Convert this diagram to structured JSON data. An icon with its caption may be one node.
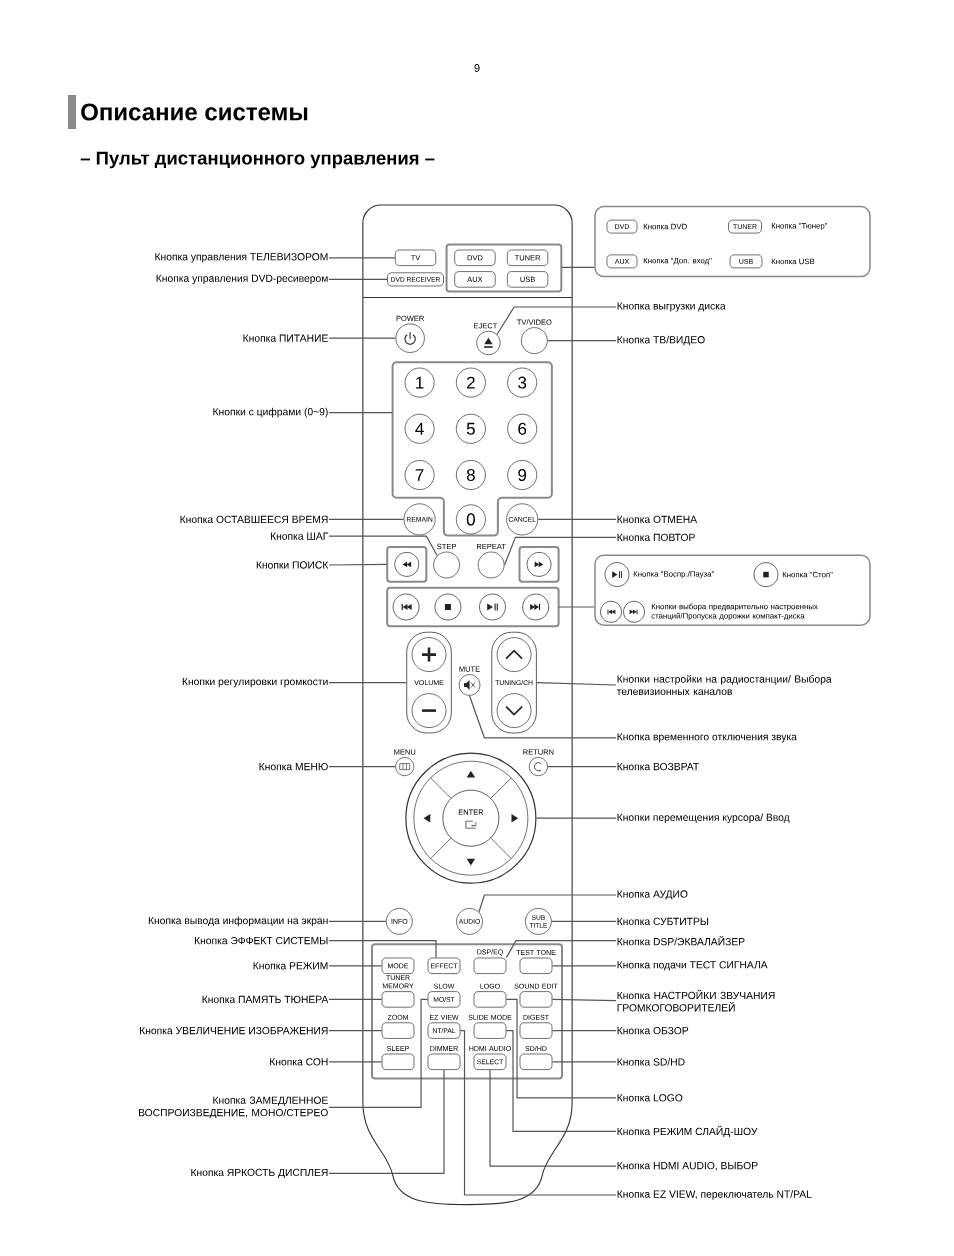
{
  "diagram": {
    "title": "Описание системы",
    "nodes": [
      {
        "text": [],
        "shape": "box"
      },
      {
        "text": [
          "TV"
        ],
        "in": 0
      },
      {
        "text": [
          "DVD RECEIVER"
        ],
        "in": 0
      },
      {
        "text": [],
        "shape": "box",
        "in": 0
      },
      {
        "text": [
          "DVD"
        ],
        "in": 3
      },
      {
        "text": [
          "TUNER"
        ],
        "in": 3
      },
      {
        "text": [
          "AUX"
        ],
        "in": 3
      },
      {
        "text": [
          "USB"
        ],
        "in": 3
      },
      {
        "text": [
          "POWER"
        ],
        "in": 0
      },
      {
        "text": [
          "EJECT"
        ],
        "in": 0
      },
      {
        "text": [
          "TV/VIDEO"
        ],
        "in": 0
      },
      {
        "text": [],
        "shape": "box",
        "in": 0
      },
      {
        "text": [
          "1"
        ],
        "in": 11
      },
      {
        "text": [
          "2"
        ],
        "in": 11
      },
      {
        "text": [
          "3"
        ],
        "in": 11
      },
      {
        "text": [
          "4"
        ],
        "in": 11
      },
      {
        "text": [
          "5"
        ],
        "in": 11
      },
      {
        "text": [
          "6"
        ],
        "in": 11
      },
      {
        "text": [
          "7"
        ],
        "in": 11
      },
      {
        "text": [
          "8"
        ],
        "in": 11
      },
      {
        "text": [
          "9"
        ],
        "in": 11
      },
      {
        "text": [
          "0"
        ],
        "in": 11
      },
      {
        "text": [
          "REMAIN"
        ],
        "in": 0
      },
      {
        "text": [
          "CANCEL"
        ],
        "in": 0
      },
      {
        "text": [],
        "shape": "box",
        "in": 0
      },
      {
        "text": [],
        "shape": "box",
        "in": 0
      },
      {
        "text": [
          "STEP"
        ],
        "in": 0
      },
      {
        "text": [
          "REPEAT"
        ],
        "in": 0
      },
      {
        "text": [],
        "shape": "box",
        "in": 0
      },
      {
        "text": [
          "VOLUME"
        ],
        "in": 0
      },
      {
        "text": [
          "MUTE"
        ],
        "in": 0
      },
      {
        "text": [
          "TUNING/CH"
        ],
        "in": 0
      },
      {
        "text": [
          "MENU"
        ],
        "in": 0
      },
      {
        "text": [
          "RETURN"
        ],
        "in": 0
      },
      {
        "text": [
          "ENTER"
        ],
        "in": 0
      },
      {
        "text": [
          "INFO"
        ],
        "in": 0
      },
      {
        "text": [
          "AUDIO"
        ],
        "in": 0
      },
      {
        "text": [
          "SUB TITLE"
        ],
        "in": 0
      },
      {
        "text": [],
        "shape": "box",
        "in": 0
      },
      {
        "text": [
          "MODE"
        ],
        "in": 38
      },
      {
        "text": [
          "EFFECT"
        ],
        "in": 38
      },
      {
        "text": [
          "DSP/EQ"
        ],
        "in": 38
      },
      {
        "text": [
          "TEST TONE"
        ],
        "in": 38
      },
      {
        "text": [
          "TUNER MEMORY"
        ],
        "in": 38
      },
      {
        "text": [
          "SLOW",
          "MO/ST"
        ],
        "in": 38
      },
      {
        "text": [
          "LOGO"
        ],
        "in": 38
      },
      {
        "text": [
          "SOUND EDIT"
        ],
        "in": 38
      },
      {
        "text": [
          "ZOOM"
        ],
        "in": 38
      },
      {
        "text": [
          "EZ VIEW",
          "NT/PAL"
        ],
        "in": 38
      },
      {
        "text": [
          "SLIDE MODE"
        ],
        "in": 38
      },
      {
        "text": [
          "DIGEST"
        ],
        "in": 38
      },
      {
        "text": [
          "SLEEP"
        ],
        "in": 38
      },
      {
        "text": [
          "DIMMER"
        ],
        "in": 38
      },
      {
        "text": [
          "HDMI AUDIO",
          "SELECT"
        ],
        "in": 38
      },
      {
        "text": [
          "SD/HD"
        ],
        "in": 38
      },
      {
        "text": [
          "Кнопка управления ТЕЛЕВИЗОРОМ"
        ]
      },
      {
        "text": [
          "Кнопка управления DVD-ресивером"
        ]
      },
      {
        "text": [
          "Кнопка ПИТАНИЕ"
        ]
      },
      {
        "text": [
          "Кнопки с цифрами (0~9)"
        ]
      },
      {
        "text": [
          "Кнопка ОСТАВШЕЕСЯ ВРЕМЯ"
        ]
      },
      {
        "text": [
          "Кнопка ШАГ"
        ]
      },
      {
        "text": [
          "Кнопки ПОИСК"
        ]
      },
      {
        "text": [
          "Кнопки регулировки громкости"
        ]
      },
      {
        "text": [
          "Кнопка МЕНЮ"
        ]
      },
      {
        "text": [
          "Кнопка вывода информации на экран"
        ]
      },
      {
        "text": [
          "Кнопка ЭФФЕКТ СИСТЕМЫ"
        ]
      },
      {
        "text": [
          "Кнопка РЕЖИМ"
        ]
      },
      {
        "text": [
          "Кнопка ПАМЯТЬ ТЮНЕРА"
        ]
      },
      {
        "text": [
          "Кнопка УВЕЛИЧЕНИЕ ИЗОБРАЖЕНИЯ"
        ]
      },
      {
        "text": [
          "Кнопка СОН"
        ]
      },
      {
        "text": [
          "Кнопка ЗАМЕДЛЕННОЕ ВОСПРОИЗВЕДЕНИЕ, МОНО/СТЕРЕО"
        ]
      },
      {
        "text": [
          "Кнопка ЯРКОСТЬ ДИСПЛЕЯ"
        ]
      },
      {
        "text": [
          "Кнопка DVD",
          "Кнопка \"Тюнер\"",
          "Кнопка \"Доп. вход\"",
          "Кнопка USB"
        ]
      },
      {
        "text": [
          "DVD"
        ],
        "in": 72
      },
      {
        "text": [
          "TUNER"
        ],
        "in": 72
      },
      {
        "text": [
          "AUX"
        ],
        "in": 72
      },
      {
        "text": [
          "USB"
        ],
        "in": 72
      },
      {
        "text": [
          "Кнопка выгрузки диска"
        ]
      },
      {
        "text": [
          "Кнопка ТВ/ВИДЕО"
        ]
      },
      {
        "text": [
          "Кнопка ОТМЕНА"
        ]
      },
      {
        "text": [
          "Кнопка ПОВТОР"
        ]
      },
      {
        "text": [
          "Кнопка \"Воспр./Пауза\"",
          "Кнопка \"Стоп\"",
          "Кнопки выбора предварительно настроенных станций/Пропуска дорожки компакт-диска"
        ]
      },
      {
        "text": [
          "Кнопки настройки на радиостанции/ Выбора телевизионных каналов"
        ]
      },
      {
        "text": [
          "Кнопка временного отключения звука"
        ]
      },
      {
        "text": [
          "Кнопка ВОЗВРАТ"
        ]
      },
      {
        "text": [
          "Кнопки перемещения курсора/ Ввод"
        ]
      },
      {
        "text": [
          "Кнопка АУДИО"
        ]
      },
      {
        "text": [
          "Кнопка СУБТИТРЫ"
        ]
      },
      {
        "text": [
          "Кнопка DSP/ЭКВАЛАЙЗЕР"
        ]
      },
      {
        "text": [
          "Кнопка подачи ТЕСТ СИГНАЛА"
        ]
      },
      {
        "text": [
          "Кнопка НАСТРОЙКИ ЗВУЧАНИЯ ГРОМКОГОВОРИТЕЛЕЙ"
        ]
      },
      {
        "text": [
          "Кнопка ОБЗОР"
        ]
      },
      {
        "text": [
          "Кнопка SD/HD"
        ]
      },
      {
        "text": [
          "Кнопка LOGO"
        ]
      },
      {
        "text": [
          "Кнопка РЕЖИМ СЛАЙД-ШОУ"
        ]
      },
      {
        "text": [
          "Кнопка HDMI AUDIO, ВЫБОР"
        ]
      },
      {
        "text": [
          "Кнопка EZ VIEW, переключатель NT/PAL"
        ]
      }
    ],
    "edges": [
      {
        "from": 55,
        "to": 1,
        "arrow": "none"
      },
      {
        "from": 56,
        "to": 2,
        "arrow": "none"
      },
      {
        "from": 57,
        "to": 8,
        "arrow": "none"
      },
      {
        "from": 58,
        "to": 11,
        "arrow": "none"
      },
      {
        "from": 59,
        "to": 22,
        "arrow": "none"
      },
      {
        "from": 60,
        "to": 26,
        "arrow": "none"
      },
      {
        "from": 61,
        "to": 24,
        "arrow": "none"
      },
      {
        "from": 62,
        "to": 29,
        "arrow": "none"
      },
      {
        "from": 63,
        "to": 32,
        "arrow": "none"
      },
      {
        "from": 64,
        "to": 35,
        "arrow": "none"
      },
      {
        "from": 65,
        "to": 40,
        "arrow": "none"
      },
      {
        "from": 66,
        "to": 39,
        "arrow": "none"
      },
      {
        "from": 67,
        "to": 43,
        "arrow": "none"
      },
      {
        "from": 68,
        "to": 47,
        "arrow": "none"
      },
      {
        "from": 69,
        "to": 51,
        "arrow": "none"
      },
      {
        "from": 70,
        "to": 44,
        "arrow": "none"
      },
      {
        "from": 71,
        "to": 52,
        "arrow": "none"
      },
      {
        "from": 72,
        "to": 3,
        "arrow": "none"
      },
      {
        "from": 77,
        "to": 9,
        "arrow": "none"
      },
      {
        "from": 78,
        "to": 10,
        "arrow": "none"
      },
      {
        "from": 79,
        "to": 23,
        "arrow": "none"
      },
      {
        "from": 80,
        "to": 27,
        "arrow": "none"
      },
      {
        "from": 81,
        "to": 28,
        "arrow": "none"
      },
      {
        "from": 82,
        "to": 31,
        "arrow": "none"
      },
      {
        "from": 83,
        "to": 30,
        "arrow": "none"
      },
      {
        "from": 84,
        "to": 33,
        "arrow": "none"
      },
      {
        "from": 85,
        "to": 34,
        "arrow": "none"
      },
      {
        "from": 86,
        "to": 36,
        "arrow": "none"
      },
      {
        "from": 87,
        "to": 37,
        "arrow": "none"
      },
      {
        "from": 88,
        "to": 41,
        "arrow": "none"
      },
      {
        "from": 89,
        "to": 42,
        "arrow": "none"
      },
      {
        "from": 90,
        "to": 46,
        "arrow": "none"
      },
      {
        "from": 91,
        "to": 50,
        "arrow": "none"
      },
      {
        "from": 92,
        "to": 54,
        "arrow": "none"
      },
      {
        "from": 93,
        "to": 45,
        "arrow": "none"
      },
      {
        "from": 94,
        "to": 49,
        "arrow": "none"
      },
      {
        "from": 95,
        "to": 53,
        "arrow": "none"
      },
      {
        "from": 96,
        "to": 48,
        "arrow": "none"
      }
    ],
    "labels": [
      "9",
      "– Пульт дистанционного управления –"
    ]
  }
}
